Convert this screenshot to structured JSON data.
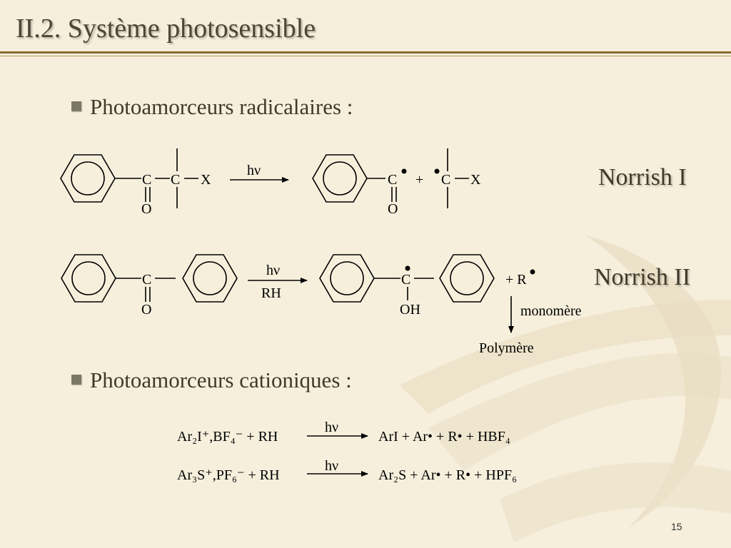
{
  "title": "II.2. Système photosensible",
  "page_number": "15",
  "bullets": [
    {
      "text": "Photoamorceurs radicalaires :"
    },
    {
      "text": "Photoamorceurs cationiques :"
    }
  ],
  "labels": {
    "norrish1": "Norrish I",
    "norrish2": "Norrish II"
  },
  "reaction1": {
    "atom_c": "C",
    "atom_x": "X",
    "atom_o": "O",
    "hv": "hν",
    "plus": "+"
  },
  "reaction2": {
    "atom_c": "C",
    "atom_o": "O",
    "hv": "hν",
    "rh": "RH",
    "oh": "OH",
    "plus_r": "+ R",
    "monomer": "monomère",
    "polymer": "Polymère"
  },
  "cationic": [
    {
      "reactant": "Ar₂I⁺,BF₄⁻ + RH",
      "hv": "hν",
      "product": "ArI + Ar• + R• +  HBF₄"
    },
    {
      "reactant": "Ar₃S⁺,PF₆⁻ + RH",
      "hv": "hν",
      "product": "Ar₂S + Ar• + R• +  HPF₆"
    }
  ],
  "colors": {
    "background": "#f6efdc",
    "title": "#4b4636",
    "rule": "#8a6a2e",
    "text": "#3f3a2a"
  }
}
